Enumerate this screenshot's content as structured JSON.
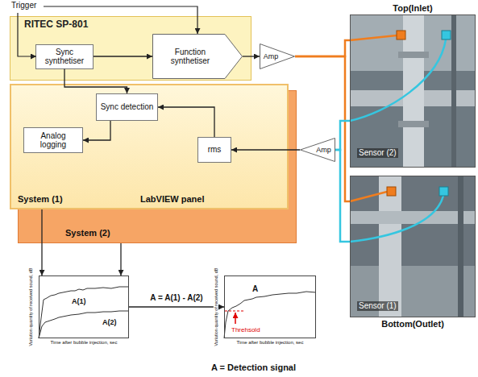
{
  "diagram": {
    "nodes": [
      {
        "text": [
          "RITEC SP-801"
        ]
      },
      {
        "text": [
          "Sync synthetiser"
        ],
        "in": 0
      },
      {
        "text": [
          "Function synthetiser"
        ],
        "in": 0
      },
      {
        "text": [
          "Amp"
        ]
      },
      {
        "text": [
          "System (2)"
        ]
      },
      {
        "text": [
          "System (1)",
          "LabVIEW panel"
        ]
      },
      {
        "text": [
          "Sync detection"
        ],
        "in": 5
      },
      {
        "text": [
          "Analog logging"
        ],
        "in": 5
      },
      {
        "text": [
          "rms"
        ],
        "in": 5
      },
      {
        "text": [
          "Amp"
        ]
      },
      {
        "text": [
          "Top(Inlet)",
          "Sensor (2)"
        ]
      },
      {
        "text": [
          "Bottom(Outlet)",
          "Sensor (1)"
        ]
      },
      {
        "text": [
          "A(1)",
          "A(2)"
        ]
      },
      {
        "text": [
          "A",
          "Threhsold"
        ]
      }
    ],
    "edges": [
      {
        "from": 1,
        "to": 2,
        "arrow": "to"
      },
      {
        "from": 2,
        "to": 3,
        "arrow": "to"
      },
      {
        "from": 3,
        "to": 10,
        "arrow": "none"
      },
      {
        "from": 3,
        "to": 11,
        "arrow": "none"
      },
      {
        "from": 1,
        "to": 6,
        "arrow": "to"
      },
      {
        "from": 10,
        "to": 9,
        "arrow": "none"
      },
      {
        "from": 11,
        "to": 9,
        "arrow": "none"
      },
      {
        "from": 9,
        "to": 8,
        "arrow": "to"
      },
      {
        "from": 8,
        "to": 6,
        "arrow": "to"
      },
      {
        "from": 6,
        "to": 7,
        "arrow": "to"
      },
      {
        "from": 5,
        "to": 12,
        "arrow": "to"
      },
      {
        "from": 4,
        "to": 12,
        "arrow": "to"
      },
      {
        "from": 12,
        "to": 13,
        "label": "A = A(1) - A(2)",
        "arrow": "to"
      }
    ],
    "labels": [
      "Trigger",
      "Time after bubble injection, sec",
      "Variation quantity of received sound, dB",
      "Time after bubble injection, sec",
      "Variation quantity of received sound, dB",
      "A = Detection signal"
    ]
  }
}
